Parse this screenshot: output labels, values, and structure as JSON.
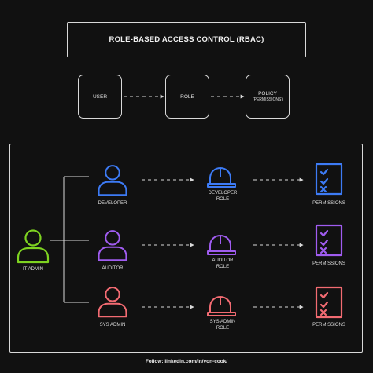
{
  "title": "ROLE-BASED ACCESS CONTROL (RBAC)",
  "flow": {
    "user": "USER",
    "role": "ROLE",
    "policy": "POLICY",
    "policy_sub": "(PERMISSIONS)"
  },
  "admin": {
    "label": "IT ADMIN",
    "color": "#7ed321",
    "icon": "person-icon"
  },
  "rows": [
    {
      "user": "DEVELOPER",
      "role_line1": "DEVELOPER",
      "role_line2": "ROLE",
      "permissions": "PERMISSIONS",
      "color": "#3d7bf5"
    },
    {
      "user": "AUDITOR",
      "role_line1": "AUDITOR",
      "role_line2": "ROLE",
      "permissions": "PERMISSIONS",
      "color": "#a05cf0"
    },
    {
      "user": "SYS ADMIN",
      "role_line1": "SYS ADMIN",
      "role_line2": "ROLE",
      "permissions": "PERMISSIONS",
      "color": "#f26b72"
    }
  ],
  "footer": "Follow: linkedin.com/in/von-cook/"
}
